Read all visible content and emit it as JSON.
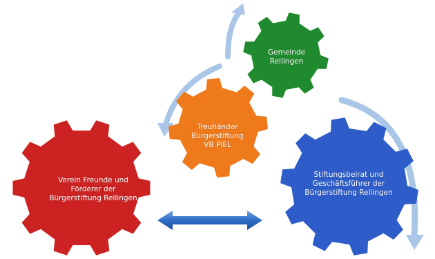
{
  "gears": [
    {
      "id": "red",
      "label": "Verein Freunde und\nFörderer der\nBürgerstiftung Rellingen",
      "color": "#cc2222"
    },
    {
      "id": "green",
      "label": "Gemeinde\nRellingen",
      "color": "#1f8a2e"
    },
    {
      "id": "orange",
      "label": "Treuhänder\nBürgerstiftung\nVB PIEL",
      "color": "#ee7a1c"
    },
    {
      "id": "blue",
      "label": "Stiftungsbeirat und\nGeschäftsführer der\nBürgerstiftung Rellingen",
      "color": "#2e5cc8"
    }
  ],
  "arrow_color": "#a9c6e6",
  "double_arrow_color": "#3f79c9"
}
